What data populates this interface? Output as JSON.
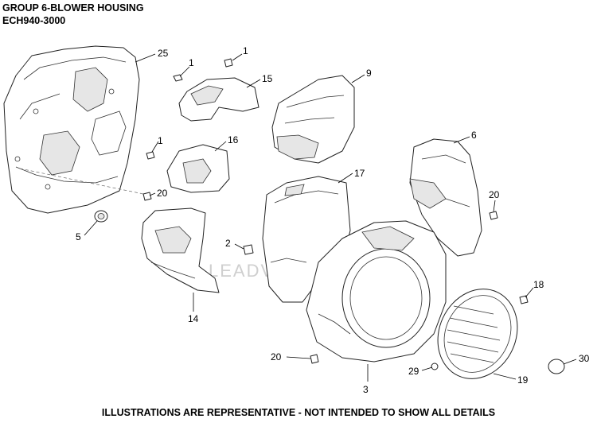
{
  "header": {
    "line1": "GROUP 6-BLOWER HOUSING",
    "line2": "ECH940-3000"
  },
  "footer": {
    "note": "ILLUSTRATIONS ARE REPRESENTATIVE - NOT INTENDED TO SHOW ALL DETAILS"
  },
  "watermark": "LEADVENTURE",
  "callouts": {
    "c25": "25",
    "c1a": "1",
    "c1b": "1",
    "c15": "15",
    "c9": "9",
    "c1c": "1",
    "c16": "16",
    "c20a": "20",
    "c5": "5",
    "c2": "2",
    "c14": "14",
    "c17": "17",
    "c6": "6",
    "c20b": "20",
    "c18": "18",
    "c20c": "20",
    "c29": "29",
    "c19": "19",
    "c3": "3",
    "c30": "30"
  }
}
